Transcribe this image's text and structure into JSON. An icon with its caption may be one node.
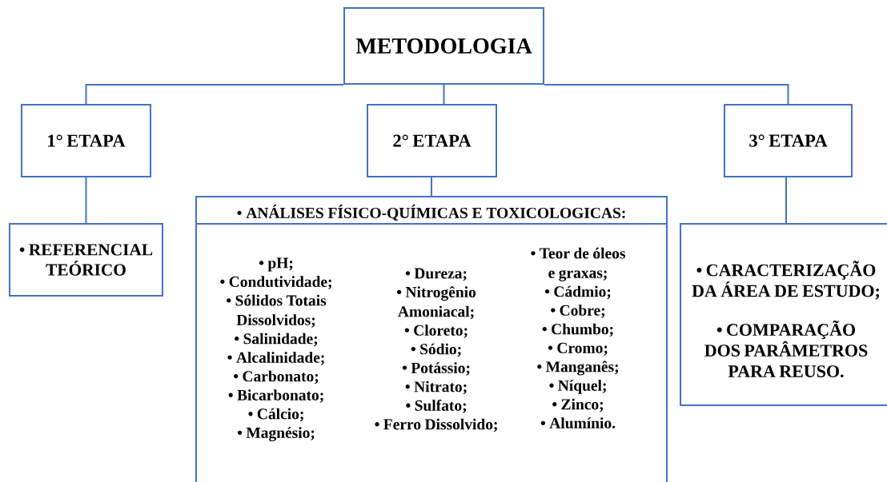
{
  "diagram": {
    "nodes": [
      {
        "text": [
          "METODOLOGIA"
        ]
      },
      {
        "text": [
          "1° ETAPA"
        ]
      },
      {
        "text": [
          "2° ETAPA"
        ]
      },
      {
        "text": [
          "3° ETAPA"
        ]
      },
      {
        "text": [
          "• REFERENCIAL TEÓRICO"
        ]
      },
      {
        "text": [
          "• ANÁLISES FÍSICO-QUÍMICAS E TOXICOLOGICAS:",
          "• pH;",
          "• Condutividade;",
          "• Sólidos Totais Dissolvidos;",
          "• Salinidade;",
          "• Alcalinidade;",
          "• Carbonato;",
          "• Bicarbonato;",
          "• Cálcio;",
          "• Magnésio;",
          "• Dureza;",
          "• Nitrogênio Amoniacal;",
          "• Cloreto;",
          "• Sódio;",
          "• Potássio;",
          "• Nitrato;",
          "• Sulfato;",
          "• Ferro Dissolvido;",
          "• Teor de óleos e graxas;",
          "• Cádmio;",
          "• Cobre;",
          "• Chumbo;",
          "• Cromo;",
          "• Manganês;",
          "• Níquel;",
          "• Zinco;",
          "• Alumínio."
        ]
      },
      {
        "text": [
          "• CARACTERIZAÇÃO DA ÁREA DE ESTUDO;",
          "• COMPARAÇÃO DOS PARÂMETROS PARA REUSO."
        ]
      }
    ],
    "edges": [
      {
        "from": 0,
        "to": 1,
        "arrow": "none"
      },
      {
        "from": 0,
        "to": 2,
        "arrow": "none"
      },
      {
        "from": 0,
        "to": 3,
        "arrow": "none"
      },
      {
        "from": 1,
        "to": 4,
        "arrow": "none"
      },
      {
        "from": 2,
        "to": 5,
        "arrow": "none"
      },
      {
        "from": 3,
        "to": 6,
        "arrow": "none"
      }
    ]
  }
}
